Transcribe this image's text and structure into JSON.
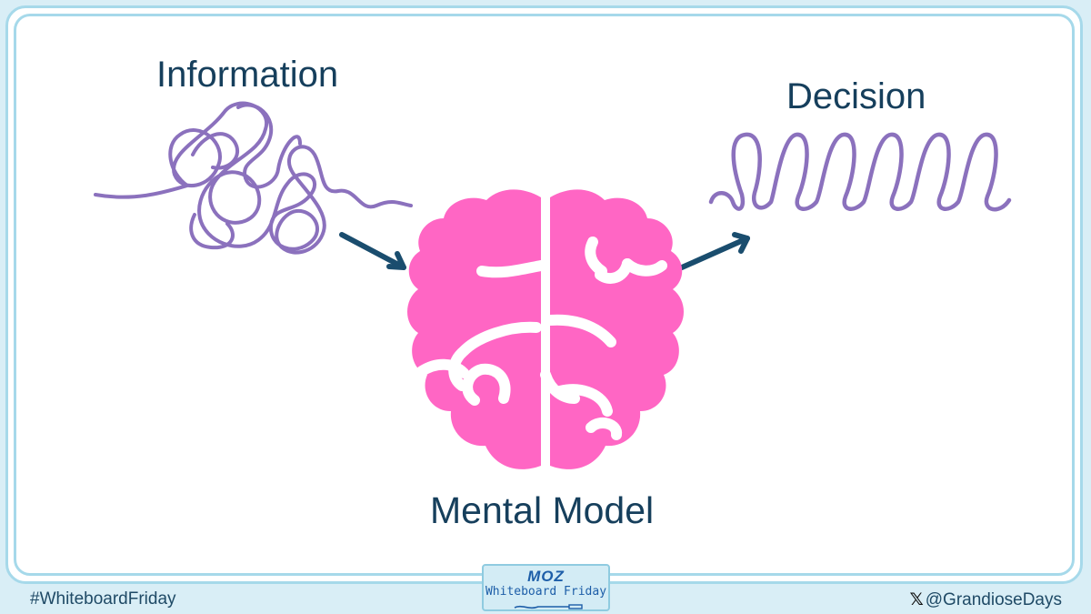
{
  "diagram": {
    "input_label": "Information",
    "process_label": "Mental Model",
    "output_label": "Decision"
  },
  "footer": {
    "hashtag": "#WhiteboardFriday",
    "brand": "MOZ",
    "series": "Whiteboard Friday",
    "handle": "@GrandioseDays"
  },
  "colors": {
    "text": "#163f5c",
    "arrow": "#1a4d6e",
    "squiggle": "#8b71bd",
    "brain": "#ff66c4",
    "frame": "#a6d9ea"
  },
  "icons": [
    "tangle-icon",
    "coil-icon",
    "brain-icon",
    "arrow-icon",
    "x-logo-icon"
  ]
}
